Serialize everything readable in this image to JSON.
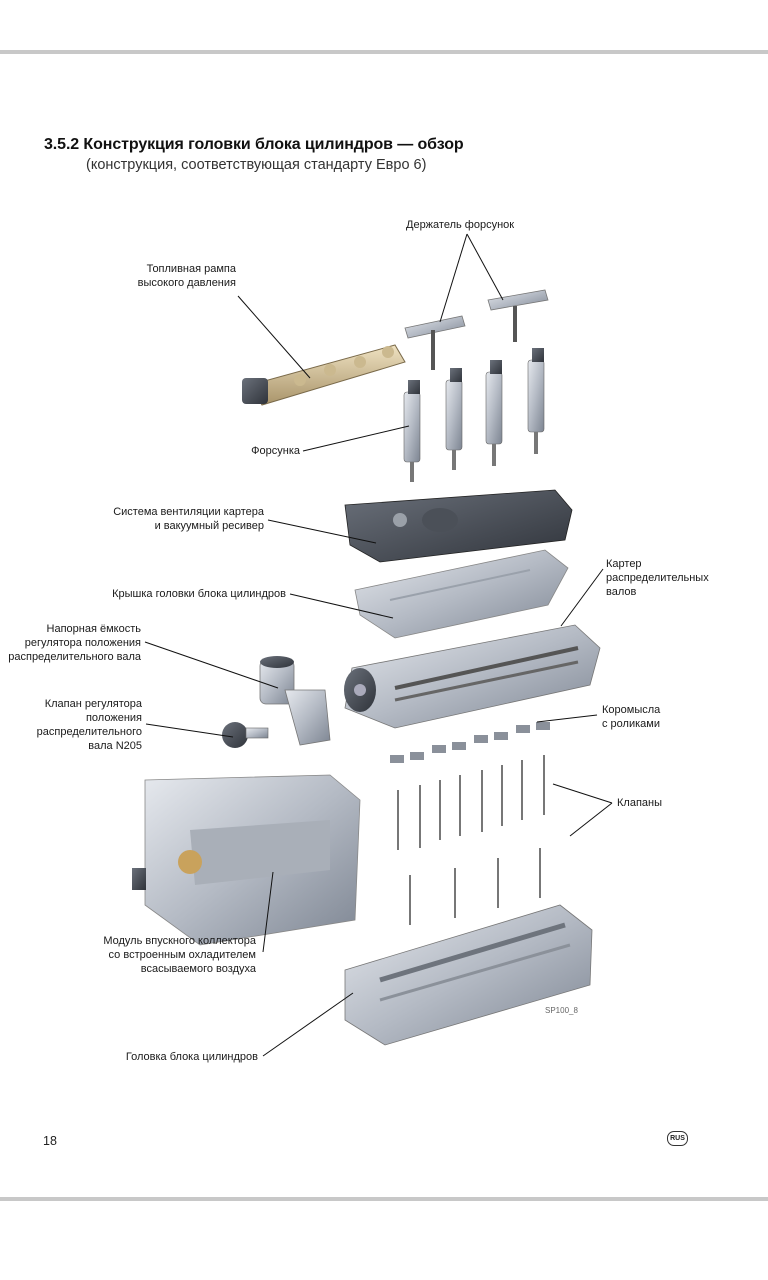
{
  "section": {
    "title": "3.5.2 Конструкция головки блока цилиндров — обзор",
    "subtitle": "(конструкция, соответствующая стандарту Евро 6)"
  },
  "labels": {
    "injector_holder": "Держатель форсунок",
    "rail_line1": "Топливная рампа",
    "rail_line2": "высокого давления",
    "injector": "Форсунка",
    "ventilation_line1": "Система вентиляции картера",
    "ventilation_line2": "и вакуумный ресивер",
    "head_cover": "Крышка головки блока цилиндров",
    "camcase_line1": "Картер",
    "camcase_line2": "распределительных",
    "camcase_line3": "валов",
    "pressure_tank_line1": "Напорная ёмкость",
    "pressure_tank_line2": "регулятора положения",
    "pressure_tank_line3": "распределительного вала",
    "valve_reg_line1": "Клапан регулятора",
    "valve_reg_line2": "положения",
    "valve_reg_line3": "распределительного",
    "valve_reg_line4": "вала N205",
    "rocker_line1": "Коромысла",
    "rocker_line2": "с роликами",
    "valves": "Клапаны",
    "intake_line1": "Модуль впускного коллектора",
    "intake_line2": "со встроенным охладителем",
    "intake_line3": "всасываемого воздуха",
    "cyl_head": "Головка блока цилиндров"
  },
  "figure_tag": "SP100_8",
  "footer": {
    "page_number": "18",
    "lang_badge": "RUS"
  }
}
